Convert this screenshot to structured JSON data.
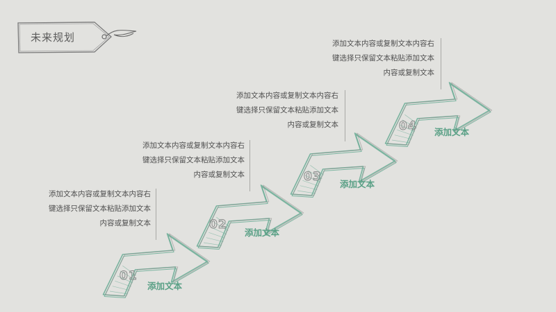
{
  "title": "未来规划",
  "steps": [
    {
      "number": "01",
      "label": "添加文本",
      "lines": [
        "添加文本内容或复制文本内容右",
        "键选择只保留文本粘贴添加文本",
        "内容或复制文本"
      ]
    },
    {
      "number": "02",
      "label": "添加文本",
      "lines": [
        "添加文本内容或复制文本内容右",
        "键选择只保留文本粘贴添加文本",
        "内容或复制文本"
      ]
    },
    {
      "number": "03",
      "label": "添加文本",
      "lines": [
        "添加文本内容或复制文本内容右",
        "键选择只保留文本粘贴添加文本",
        "内容或复制文本"
      ]
    },
    {
      "number": "04",
      "label": "添加文本",
      "lines": [
        "添加文本内容或复制文本内容右",
        "键选择只保留文本粘贴添加文本",
        "内容或复制文本"
      ]
    }
  ],
  "colors": {
    "background": "#e2e2df",
    "accent": "#5aa086",
    "arrow_stroke": "#6fae98",
    "text": "#4f4f4f"
  }
}
